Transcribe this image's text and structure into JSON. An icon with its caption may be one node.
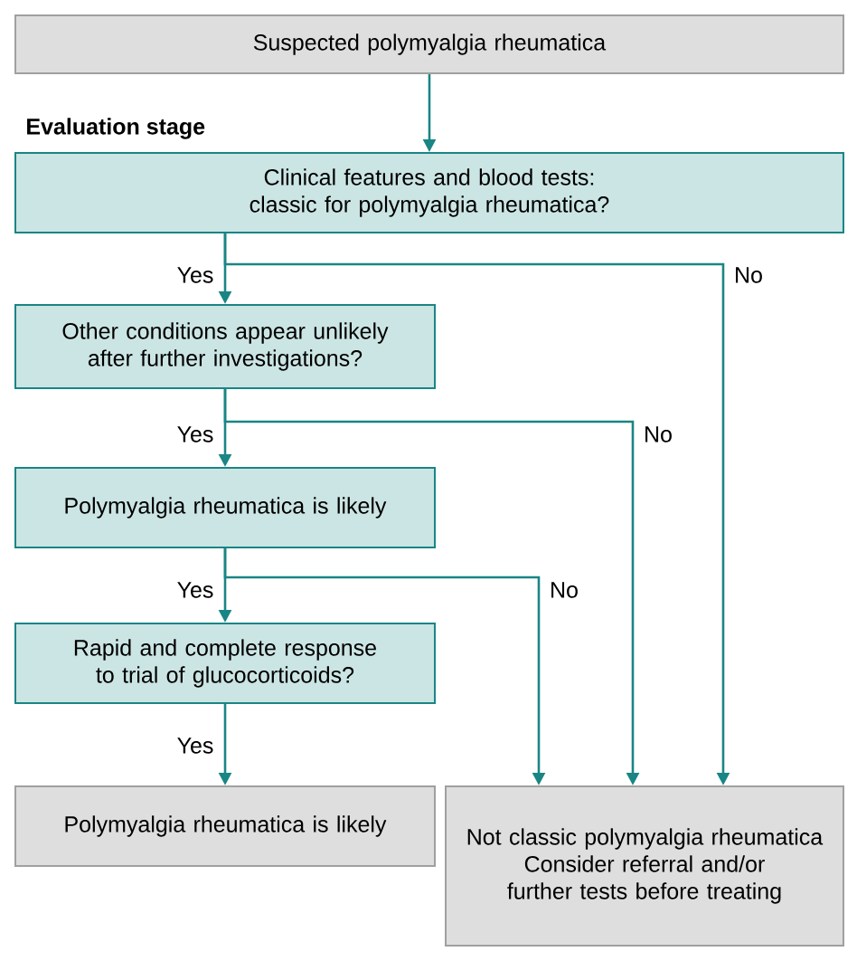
{
  "diagram": {
    "nodes": [
      {
        "text": [
          "Suspected polymyalgia rheumatica"
        ]
      },
      {
        "text": [
          "Clinical features and blood tests: classic for polymyalgia rheumatica?"
        ]
      },
      {
        "text": [
          "Other conditions appear unlikely after further investigations?"
        ]
      },
      {
        "text": [
          "Polymyalgia rheumatica is likely"
        ]
      },
      {
        "text": [
          "Rapid and complete response to trial of glucocorticoids?"
        ]
      },
      {
        "text": [
          "Polymyalgia rheumatica is likely"
        ]
      },
      {
        "text": [
          "Not classic polymyalgia rheumatica",
          "Consider referral and/or further tests before treating"
        ]
      }
    ],
    "edges": [
      {
        "from": 0,
        "to": 1,
        "arrow": "to"
      },
      {
        "from": 1,
        "to": 2,
        "arrow": "to",
        "label": "Yes"
      },
      {
        "from": 1,
        "to": 6,
        "arrow": "to",
        "label": "No"
      },
      {
        "from": 2,
        "to": 3,
        "arrow": "to",
        "label": "Yes"
      },
      {
        "from": 2,
        "to": 6,
        "arrow": "to",
        "label": "No"
      },
      {
        "from": 3,
        "to": 4,
        "arrow": "to",
        "label": "Yes"
      },
      {
        "from": 3,
        "to": 6,
        "arrow": "to",
        "label": "No"
      },
      {
        "from": 4,
        "to": 5,
        "arrow": "to",
        "label": "Yes"
      }
    ],
    "labels": [
      "Evaluation stage"
    ]
  }
}
